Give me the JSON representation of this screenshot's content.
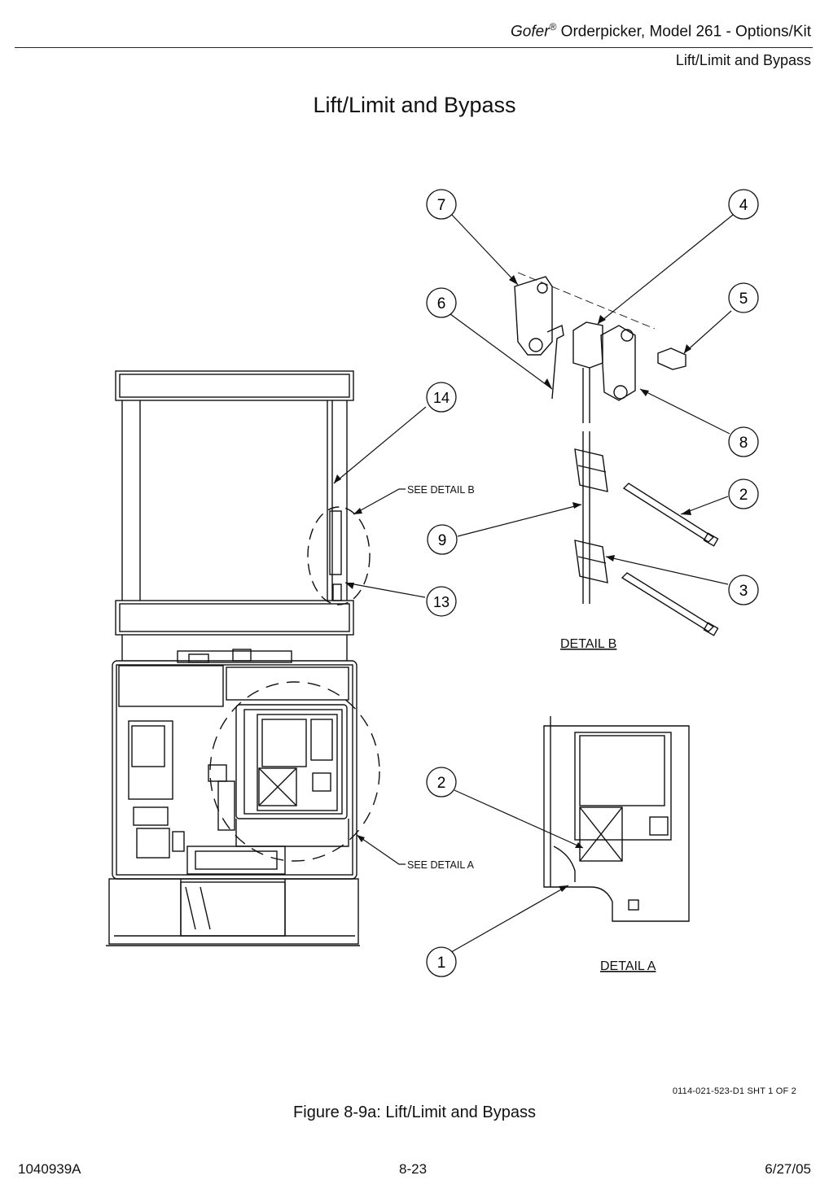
{
  "header": {
    "brand": "Gofer",
    "reg_mark": "®",
    "title_rest": " Orderpicker, Model 261 - Options/Kit",
    "subtitle": "Lift/Limit and Bypass"
  },
  "page_title": "Lift/Limit and Bypass",
  "callouts": [
    {
      "id": "c7",
      "label": "7"
    },
    {
      "id": "c4",
      "label": "4"
    },
    {
      "id": "c6",
      "label": "6"
    },
    {
      "id": "c5",
      "label": "5"
    },
    {
      "id": "c14",
      "label": "14"
    },
    {
      "id": "c8",
      "label": "8"
    },
    {
      "id": "c2b",
      "label": "2"
    },
    {
      "id": "c9",
      "label": "9"
    },
    {
      "id": "c3",
      "label": "3"
    },
    {
      "id": "c13",
      "label": "13"
    },
    {
      "id": "c2a",
      "label": "2"
    },
    {
      "id": "c1",
      "label": "1"
    }
  ],
  "labels": {
    "see_detail_b": "SEE DETAIL  B",
    "see_detail_a": "SEE DETAIL  A",
    "detail_b": "DETAIL  B",
    "detail_a": "DETAIL  A"
  },
  "drawing_number": "0114-021-523-D1 SHT 1 OF 2",
  "caption": "Figure 8-9a:  Lift/Limit and Bypass",
  "footer": {
    "doc_number": "1040939A",
    "page_number": "8-23",
    "date": "6/27/05"
  }
}
